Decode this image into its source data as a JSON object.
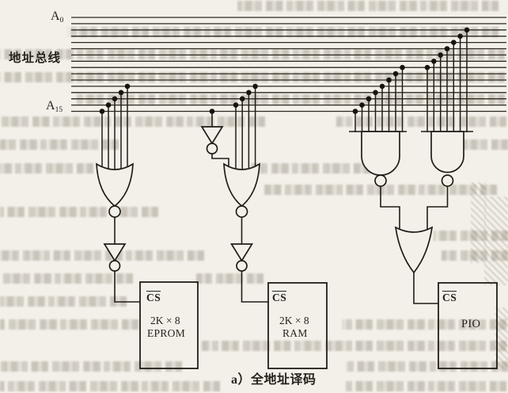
{
  "figure_caption": "a）全地址译码",
  "bus": {
    "label": "地址总线",
    "top_line": {
      "base": "A",
      "sub": "0"
    },
    "bottom_line": {
      "base": "A",
      "sub": "15"
    },
    "line_count": 16
  },
  "chips": {
    "eprom": {
      "pin": "CS",
      "pin_overline": true,
      "size": "2K × 8",
      "name": "EPROM"
    },
    "ram": {
      "pin": "CS",
      "pin_overline": true,
      "size": "2K × 8",
      "name": "RAM"
    },
    "pio": {
      "pin": "CS",
      "pin_overline": true,
      "name": "PIO"
    }
  },
  "circuit": {
    "gates": [
      {
        "id": "nor-eprom",
        "type": "NOR",
        "inputs": [
          "A15",
          "A14",
          "A13",
          "A12",
          "A11"
        ],
        "output": "inverter → EPROM CS"
      },
      {
        "id": "nor-ram",
        "type": "NOR",
        "inputs": [
          "A15 via inverter",
          "A14",
          "A13",
          "A12",
          "A11"
        ],
        "output": "inverter → RAM CS"
      },
      {
        "id": "nand-high",
        "type": "NAND",
        "inputs": [
          "A15",
          "A14",
          "A13",
          "A12",
          "A11",
          "A10",
          "A9",
          "A8"
        ],
        "output": "OR gate"
      },
      {
        "id": "nand-low",
        "type": "NAND",
        "inputs": [
          "A8",
          "A7",
          "A6",
          "A5",
          "A4",
          "A3",
          "A2"
        ],
        "output": "OR gate"
      },
      {
        "id": "or-pio",
        "type": "OR",
        "inputs": [
          "nand-high output",
          "nand-low output"
        ],
        "output": "PIO CS"
      }
    ]
  },
  "colors": {
    "ink": "#26221c",
    "paper": "#f3f0e9",
    "bleed_gray": "#78705f"
  }
}
